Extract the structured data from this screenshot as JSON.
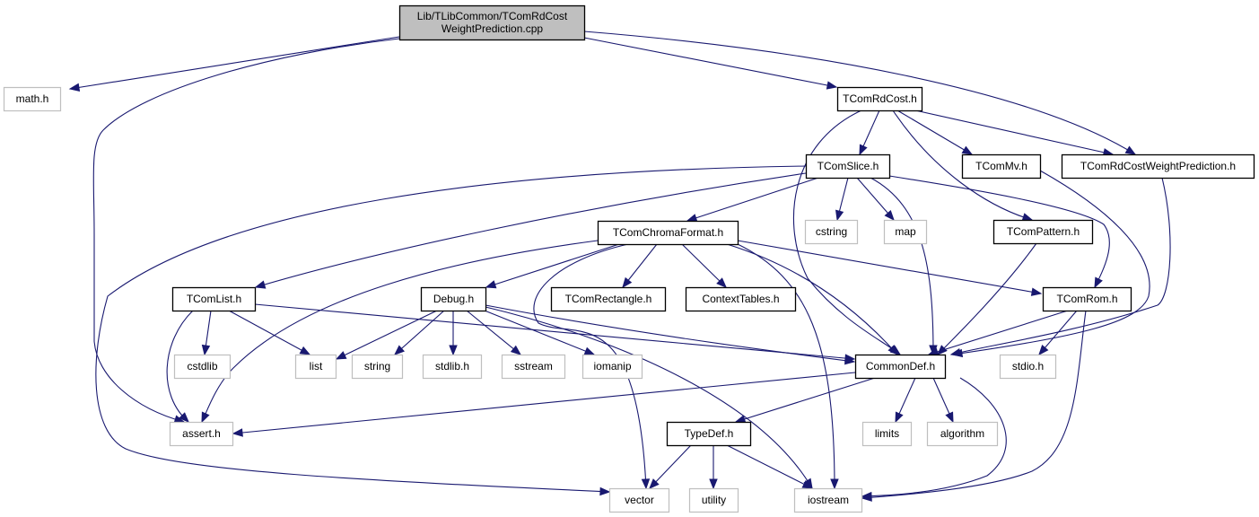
{
  "title": "Include dependency graph for Lib/TLibCommon/TComRdCostWeightPrediction.cpp",
  "colors": {
    "edge": "#191970",
    "root_fill": "#bfbfbf",
    "root_border": "#000000",
    "internal_border": "#000000",
    "external_border": "#bfbfbf",
    "node_fill": "#ffffff"
  },
  "nodes": [
    {
      "id": "root",
      "label_lines": [
        "Lib/TLibCommon/TComRdCost",
        "WeightPrediction.cpp"
      ],
      "kind": "root"
    },
    {
      "id": "math_h",
      "label_lines": [
        "math.h"
      ],
      "kind": "external"
    },
    {
      "id": "TComRdCost_h",
      "label_lines": [
        "TComRdCost.h"
      ],
      "kind": "internal"
    },
    {
      "id": "TComRdCostWeightPrediction_h",
      "label_lines": [
        "TComRdCostWeightPrediction.h"
      ],
      "kind": "internal"
    },
    {
      "id": "TComSlice_h",
      "label_lines": [
        "TComSlice.h"
      ],
      "kind": "internal"
    },
    {
      "id": "TComMv_h",
      "label_lines": [
        "TComMv.h"
      ],
      "kind": "internal"
    },
    {
      "id": "TComPattern_h",
      "label_lines": [
        "TComPattern.h"
      ],
      "kind": "internal"
    },
    {
      "id": "cstring",
      "label_lines": [
        "cstring"
      ],
      "kind": "external"
    },
    {
      "id": "map",
      "label_lines": [
        "map"
      ],
      "kind": "external"
    },
    {
      "id": "TComChromaFormat_h",
      "label_lines": [
        "TComChromaFormat.h"
      ],
      "kind": "internal"
    },
    {
      "id": "TComList_h",
      "label_lines": [
        "TComList.h"
      ],
      "kind": "internal"
    },
    {
      "id": "Debug_h",
      "label_lines": [
        "Debug.h"
      ],
      "kind": "internal"
    },
    {
      "id": "TComRectangle_h",
      "label_lines": [
        "TComRectangle.h"
      ],
      "kind": "internal"
    },
    {
      "id": "ContextTables_h",
      "label_lines": [
        "ContextTables.h"
      ],
      "kind": "internal"
    },
    {
      "id": "TComRom_h",
      "label_lines": [
        "TComRom.h"
      ],
      "kind": "internal"
    },
    {
      "id": "cstdlib",
      "label_lines": [
        "cstdlib"
      ],
      "kind": "external"
    },
    {
      "id": "list",
      "label_lines": [
        "list"
      ],
      "kind": "external"
    },
    {
      "id": "string",
      "label_lines": [
        "string"
      ],
      "kind": "external"
    },
    {
      "id": "stdlib_h",
      "label_lines": [
        "stdlib.h"
      ],
      "kind": "external"
    },
    {
      "id": "sstream",
      "label_lines": [
        "sstream"
      ],
      "kind": "external"
    },
    {
      "id": "iomanip",
      "label_lines": [
        "iomanip"
      ],
      "kind": "external"
    },
    {
      "id": "CommonDef_h",
      "label_lines": [
        "CommonDef.h"
      ],
      "kind": "internal"
    },
    {
      "id": "stdio_h",
      "label_lines": [
        "stdio.h"
      ],
      "kind": "external"
    },
    {
      "id": "assert_h",
      "label_lines": [
        "assert.h"
      ],
      "kind": "external"
    },
    {
      "id": "limits",
      "label_lines": [
        "limits"
      ],
      "kind": "external"
    },
    {
      "id": "algorithm",
      "label_lines": [
        "algorithm"
      ],
      "kind": "external"
    },
    {
      "id": "TypeDef_h",
      "label_lines": [
        "TypeDef.h"
      ],
      "kind": "internal"
    },
    {
      "id": "vector",
      "label_lines": [
        "vector"
      ],
      "kind": "external"
    },
    {
      "id": "utility",
      "label_lines": [
        "utility"
      ],
      "kind": "external"
    },
    {
      "id": "iostream",
      "label_lines": [
        "iostream"
      ],
      "kind": "external"
    }
  ],
  "edges": [
    {
      "from": "root",
      "to": "math_h"
    },
    {
      "from": "root",
      "to": "assert_h"
    },
    {
      "from": "root",
      "to": "TComRdCost_h"
    },
    {
      "from": "root",
      "to": "TComRdCostWeightPrediction_h"
    },
    {
      "from": "TComRdCost_h",
      "to": "TComSlice_h"
    },
    {
      "from": "TComRdCost_h",
      "to": "TComMv_h"
    },
    {
      "from": "TComRdCost_h",
      "to": "TComRdCostWeightPrediction_h"
    },
    {
      "from": "TComRdCost_h",
      "to": "TComPattern_h"
    },
    {
      "from": "TComRdCost_h",
      "to": "CommonDef_h"
    },
    {
      "from": "TComSlice_h",
      "to": "cstring"
    },
    {
      "from": "TComSlice_h",
      "to": "map"
    },
    {
      "from": "TComSlice_h",
      "to": "TComChromaFormat_h"
    },
    {
      "from": "TComSlice_h",
      "to": "TComList_h"
    },
    {
      "from": "TComSlice_h",
      "to": "TComRom_h"
    },
    {
      "from": "TComSlice_h",
      "to": "CommonDef_h"
    },
    {
      "from": "TComSlice_h",
      "to": "vector"
    },
    {
      "from": "TComMv_h",
      "to": "CommonDef_h"
    },
    {
      "from": "TComRdCostWeightPrediction_h",
      "to": "CommonDef_h"
    },
    {
      "from": "TComPattern_h",
      "to": "CommonDef_h"
    },
    {
      "from": "TComChromaFormat_h",
      "to": "Debug_h"
    },
    {
      "from": "TComChromaFormat_h",
      "to": "TComRectangle_h"
    },
    {
      "from": "TComChromaFormat_h",
      "to": "ContextTables_h"
    },
    {
      "from": "TComChromaFormat_h",
      "to": "TComRom_h"
    },
    {
      "from": "TComChromaFormat_h",
      "to": "CommonDef_h"
    },
    {
      "from": "TComChromaFormat_h",
      "to": "assert_h"
    },
    {
      "from": "TComChromaFormat_h",
      "to": "iostream"
    },
    {
      "from": "TComChromaFormat_h",
      "to": "vector"
    },
    {
      "from": "TComList_h",
      "to": "cstdlib"
    },
    {
      "from": "TComList_h",
      "to": "list"
    },
    {
      "from": "TComList_h",
      "to": "assert_h"
    },
    {
      "from": "TComList_h",
      "to": "CommonDef_h"
    },
    {
      "from": "Debug_h",
      "to": "list"
    },
    {
      "from": "Debug_h",
      "to": "string"
    },
    {
      "from": "Debug_h",
      "to": "stdlib_h"
    },
    {
      "from": "Debug_h",
      "to": "sstream"
    },
    {
      "from": "Debug_h",
      "to": "iomanip"
    },
    {
      "from": "Debug_h",
      "to": "CommonDef_h"
    },
    {
      "from": "Debug_h",
      "to": "iostream"
    },
    {
      "from": "TComRom_h",
      "to": "CommonDef_h"
    },
    {
      "from": "TComRom_h",
      "to": "stdio_h"
    },
    {
      "from": "TComRom_h",
      "to": "iostream"
    },
    {
      "from": "CommonDef_h",
      "to": "assert_h"
    },
    {
      "from": "CommonDef_h",
      "to": "TypeDef_h"
    },
    {
      "from": "CommonDef_h",
      "to": "limits"
    },
    {
      "from": "CommonDef_h",
      "to": "algorithm"
    },
    {
      "from": "CommonDef_h",
      "to": "iostream"
    },
    {
      "from": "TypeDef_h",
      "to": "vector"
    },
    {
      "from": "TypeDef_h",
      "to": "utility"
    },
    {
      "from": "TypeDef_h",
      "to": "iostream"
    }
  ]
}
